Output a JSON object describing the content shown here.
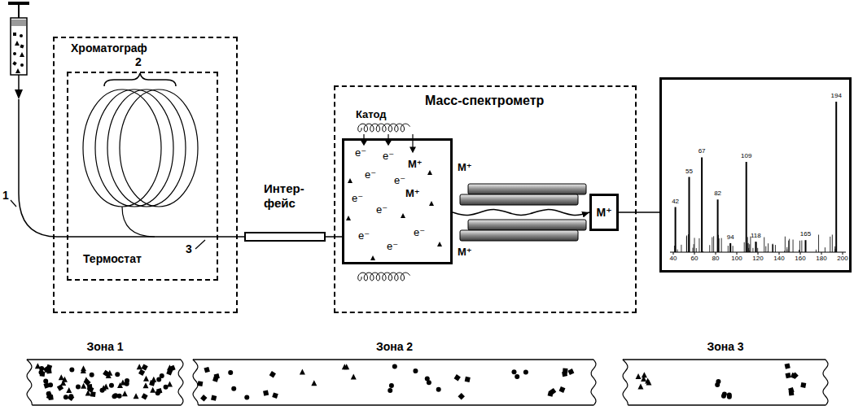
{
  "diagram": {
    "nodes": [
      {
        "text": [
          "Хроматограф"
        ]
      },
      {
        "text": [
          "Термостат"
        ],
        "in": 0
      },
      {
        "text": [
          "Интер- фейс"
        ]
      },
      {
        "text": [
          "Масс-спектрометр"
        ]
      },
      {
        "text": [
          "Катод"
        ],
        "in": 3
      },
      {
        "text": [
          "M⁺"
        ],
        "in": 3
      },
      {
        "text": [
          "42",
          "55",
          "67",
          "82",
          "94",
          "109",
          "118",
          "165",
          "194",
          "40",
          "60",
          "80",
          "100",
          "120",
          "140",
          "160",
          "180",
          "200"
        ]
      },
      {
        "text": [
          "Зона 1"
        ]
      },
      {
        "text": [
          "Зона 2"
        ]
      },
      {
        "text": [
          "Зона 3"
        ]
      }
    ],
    "edges": [
      {
        "from": 1,
        "to": 2,
        "arrow": "none"
      },
      {
        "from": 2,
        "to": 4,
        "arrow": "none"
      },
      {
        "from": 4,
        "to": 5,
        "arrow": "to"
      },
      {
        "from": 5,
        "to": 6,
        "arrow": "none"
      }
    ],
    "labels": [
      "1",
      "2",
      "3",
      "e⁻",
      "e⁻",
      "e⁻",
      "e⁻",
      "e⁻",
      "e⁻",
      "e⁻",
      "e⁻",
      "e⁻",
      "M⁺",
      "M⁺",
      "M⁺",
      "M⁺"
    ]
  }
}
